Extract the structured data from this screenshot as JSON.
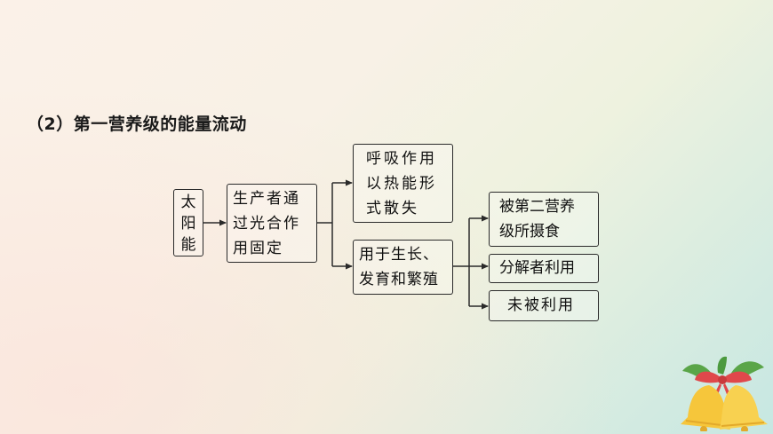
{
  "heading": "（2）第一营养级的能量流动",
  "nodes": {
    "sun": {
      "lines": [
        "太",
        "阳",
        "能"
      ]
    },
    "producer": {
      "lines": [
        "生产者通",
        "过光合作",
        "用固定"
      ]
    },
    "respiration": {
      "lines": [
        "呼吸作用",
        "以热能形",
        "式散失"
      ]
    },
    "growth": {
      "lines": [
        "用于生长、",
        "发育和繁殖"
      ]
    },
    "second_level": {
      "lines": [
        "被第二营养",
        "级所摄食"
      ]
    },
    "decomposer": {
      "lines": [
        "分解者利用"
      ]
    },
    "unused": {
      "lines": [
        "未被利用"
      ]
    }
  },
  "colors": {
    "stroke": "#2a2a2a",
    "bell_yellow": "#f6c63b",
    "ribbon_red": "#e0484b",
    "holly_green": "#5aa548"
  },
  "decoration": {
    "icon": "christmas-bells-icon"
  }
}
